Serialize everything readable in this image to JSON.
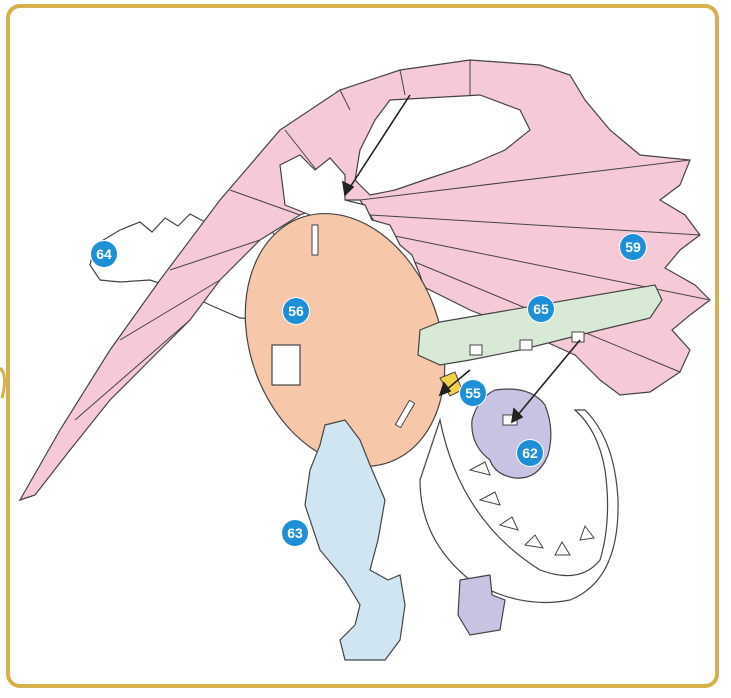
{
  "colors": {
    "frame": "#d6b04a",
    "wing": "#f6c9d7",
    "body_plate": "#f6c7a8",
    "tail_plate": "#d8e9d6",
    "leg_front": "#cfe6f2",
    "leg_rear": "#c9c3e3",
    "badge": "#1e8fd6",
    "outline": "#444444"
  },
  "parts": [
    {
      "id": "part-64",
      "number": "64"
    },
    {
      "id": "part-56",
      "number": "56"
    },
    {
      "id": "part-59",
      "number": "59"
    },
    {
      "id": "part-65",
      "number": "65"
    },
    {
      "id": "part-55",
      "number": "55"
    },
    {
      "id": "part-62",
      "number": "62"
    },
    {
      "id": "part-63",
      "number": "63"
    }
  ]
}
